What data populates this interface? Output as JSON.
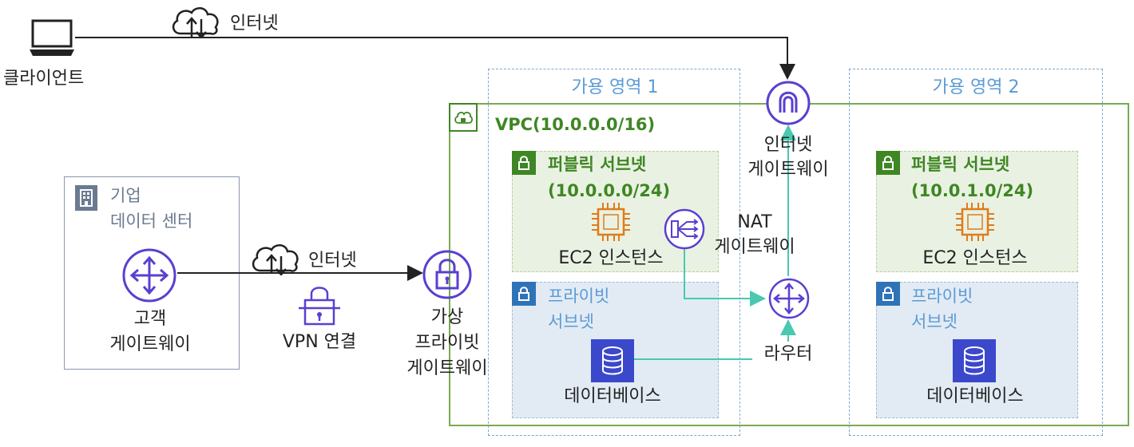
{
  "client": {
    "label": "클라이언트"
  },
  "internet_top": {
    "label": "인터넷"
  },
  "internet_mid": {
    "label": "인터넷"
  },
  "datacenter": {
    "label_line1": "기업",
    "label_line2": "데이터 센터"
  },
  "customer_gateway": {
    "label_line1": "고객",
    "label_line2": "게이트웨이"
  },
  "vpn": {
    "label": "VPN 연결"
  },
  "vgw": {
    "label_line1": "가상",
    "label_line2": "프라이빗",
    "label_line3": "게이트웨이"
  },
  "vpc": {
    "label": "VPC(10.0.0.0/16)"
  },
  "az1": {
    "label": "가용 영역 1"
  },
  "az2": {
    "label": "가용 영역 2"
  },
  "public_subnet_1": {
    "label_line1": "퍼블릭 서브넷",
    "label_line2": "(10.0.0.0/24)",
    "instance": "EC2 인스턴스"
  },
  "public_subnet_2": {
    "label_line1": "퍼블릭 서브넷",
    "label_line2": "(10.0.1.0/24)",
    "instance": "EC2 인스턴스"
  },
  "private_subnet_1": {
    "label_line1": "프라이빗",
    "label_line2": "서브넷",
    "database": "데이터베이스"
  },
  "private_subnet_2": {
    "label_line1": "프라이빗",
    "label_line2": "서브넷",
    "database": "데이터베이스"
  },
  "nat_gateway": {
    "label_line1": "NAT",
    "label_line2": "게이트웨이"
  },
  "internet_gateway": {
    "label_line1": "인터넷",
    "label_line2": "게이트웨이"
  },
  "router": {
    "label": "라우터"
  },
  "colors": {
    "vpc_green": "#3f8624",
    "private_blue": "#2e73b8",
    "az_blue": "#5b9bd5",
    "service_purple": "#5a3fd1",
    "ec2_orange": "#e07b1a",
    "db_blue": "#3b48cc",
    "route_teal": "#48c9b0"
  },
  "icons": {
    "client": "laptop-icon",
    "internet": "cloud-upload-download-icon",
    "datacenter": "building-icon",
    "customer_gateway": "router-icon",
    "vpn": "lock-connection-icon",
    "vgw": "lock-icon",
    "vpc": "cloud-lock-icon",
    "subnet": "padlock-icon",
    "ec2": "chip-icon",
    "nat": "nat-gateway-icon",
    "igw": "internet-gateway-icon",
    "router": "router-icon",
    "database": "database-icon"
  }
}
